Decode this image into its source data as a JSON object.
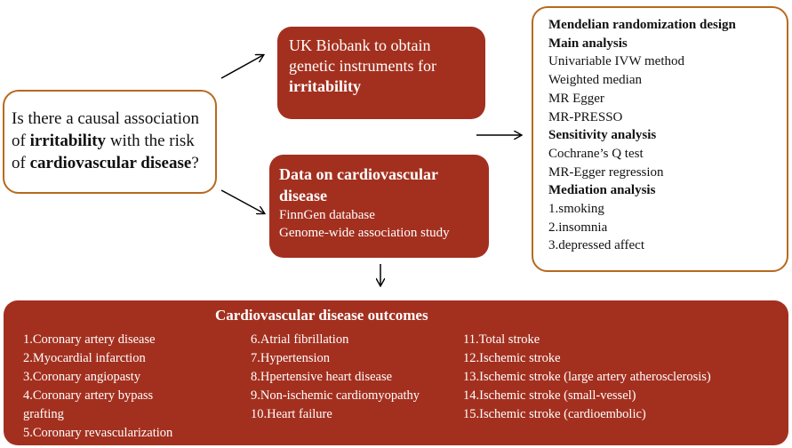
{
  "question": {
    "prefix": "Is there a causal association of ",
    "term1": "irritability",
    "middle": " with the risk of ",
    "term2": "cardiovascular disease",
    "suffix": "?"
  },
  "uk_biobank": {
    "text": "UK Biobank to obtain genetic instruments for ",
    "bold": "irritability"
  },
  "cvd_data": {
    "title": "Data on cardiovascular disease",
    "lines": [
      "FinnGen database",
      "Genome-wide association study"
    ]
  },
  "mr_design": {
    "title": "Mendelian randomization design",
    "main_title": "Main analysis",
    "main_items": [
      "Univariable IVW method",
      "Weighted median",
      "MR Egger",
      "MR-PRESSO"
    ],
    "sensitivity_title": "Sensitivity analysis",
    "sensitivity_items": [
      "Cochrane’s Q test",
      "MR-Egger regression"
    ],
    "mediation_title": "Mediation  analysis",
    "mediation_items": [
      "1.smoking",
      "2.insomnia",
      "3.depressed  affect"
    ]
  },
  "outcomes": {
    "title": "Cardiovascular disease outcomes",
    "col1": [
      "1.Coronary artery disease",
      "2.Myocardial  infarction",
      "3.Coronary angiopasty",
      "4.Coronary artery bypass",
      "grafting",
      "5.Coronary revascularization"
    ],
    "col2": [
      "6.Atrial fibrillation",
      "7.Hypertension",
      "8.Hpertensive heart disease",
      "9.Non-ischemic cardiomyopathy",
      "10.Heart failure"
    ],
    "col3": [
      "11.Total stroke",
      "12.Ischemic  stroke",
      "13.Ischemic stroke (large artery atherosclerosis)",
      "14.Ischemic stroke (small-vessel)",
      "15.Ischemic stroke (cardioembolic)"
    ]
  },
  "colors": {
    "box_red": "#a3301f",
    "box_border": "#b7691f",
    "arrow": "#000000"
  }
}
